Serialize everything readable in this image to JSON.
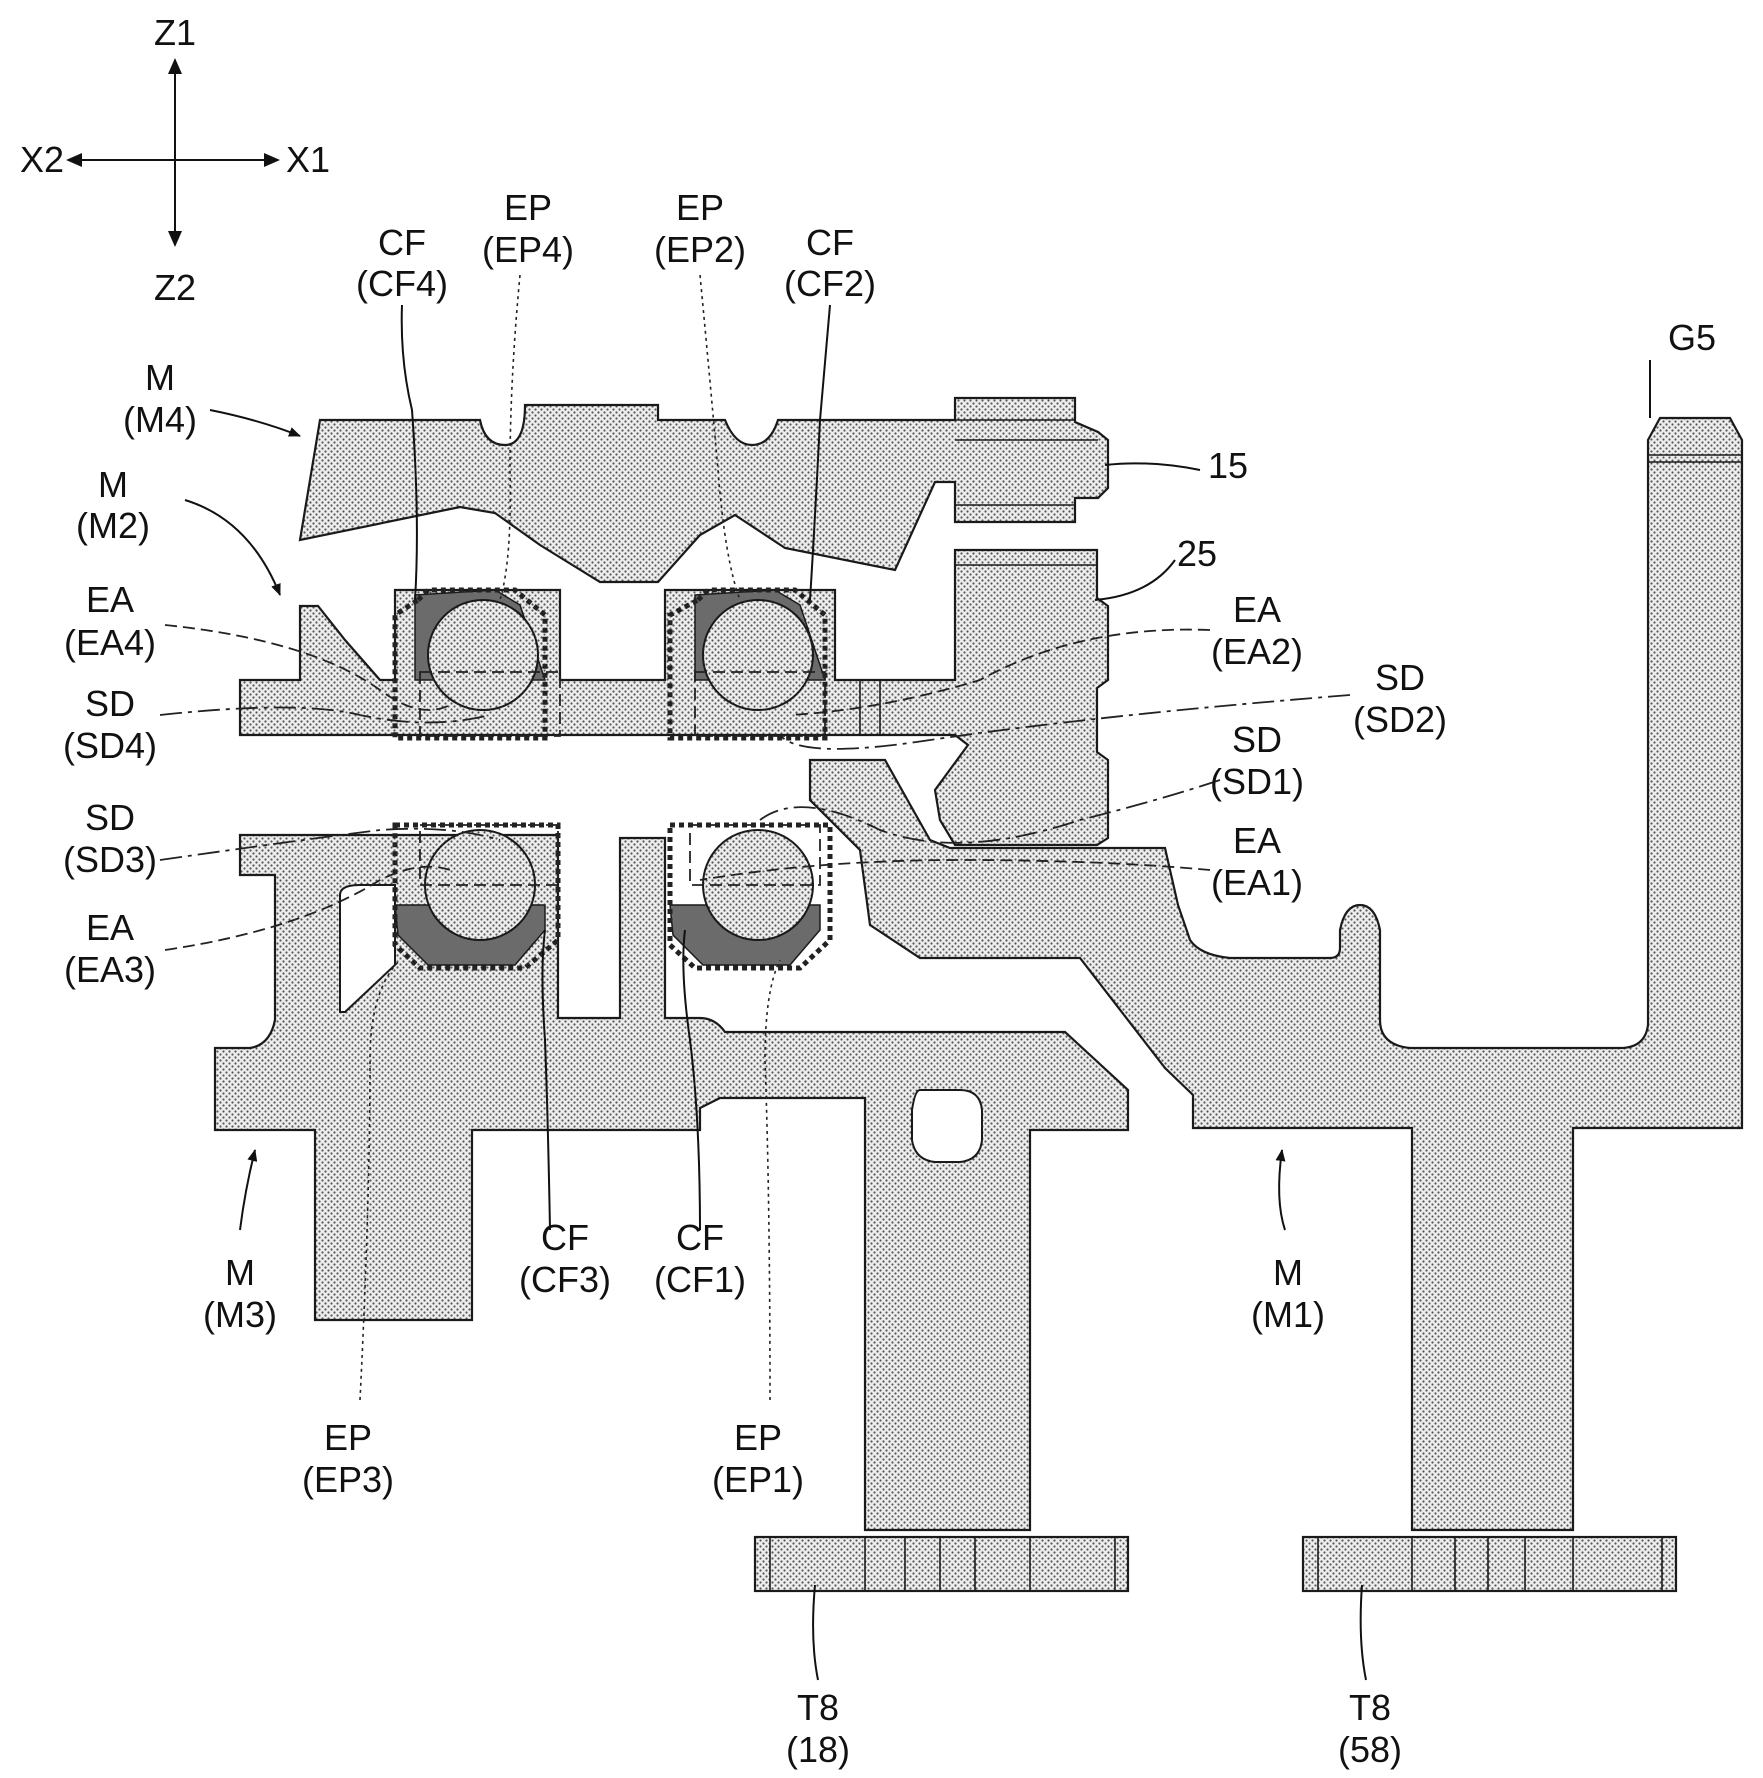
{
  "axes": {
    "z_up": "Z1",
    "z_down": "Z2",
    "x_left": "X2",
    "x_right": "X1"
  },
  "labels": {
    "cf4_a": "CF",
    "cf4_b": "(CF4)",
    "ep4_a": "EP",
    "ep4_b": "(EP4)",
    "ep2_a": "EP",
    "ep2_b": "(EP2)",
    "cf2_a": "CF",
    "cf2_b": "(CF2)",
    "g5": "G5",
    "m4_a": "M",
    "m4_b": "(M4)",
    "m2_a": "M",
    "m2_b": "(M2)",
    "n15": "15",
    "n25": "25",
    "ea4_a": "EA",
    "ea4_b": "(EA4)",
    "sd4_a": "SD",
    "sd4_b": "(SD4)",
    "ea2_a": "EA",
    "ea2_b": "(EA2)",
    "sd2_a": "SD",
    "sd2_b": "(SD2)",
    "sd1_a": "SD",
    "sd1_b": "(SD1)",
    "sd3_a": "SD",
    "sd3_b": "(SD3)",
    "ea1_a": "EA",
    "ea1_b": "(EA1)",
    "ea3_a": "EA",
    "ea3_b": "(EA3)",
    "m3_a": "M",
    "m3_b": "(M3)",
    "cf3_a": "CF",
    "cf3_b": "(CF3)",
    "cf1_a": "CF",
    "cf1_b": "(CF1)",
    "m1_a": "M",
    "m1_b": "(M1)",
    "ep3_a": "EP",
    "ep3_b": "(EP3)",
    "ep1_a": "EP",
    "ep1_b": "(EP1)",
    "t8l_a": "T8",
    "t8l_b": "(18)",
    "t8r_a": "T8",
    "t8r_b": "(58)"
  }
}
